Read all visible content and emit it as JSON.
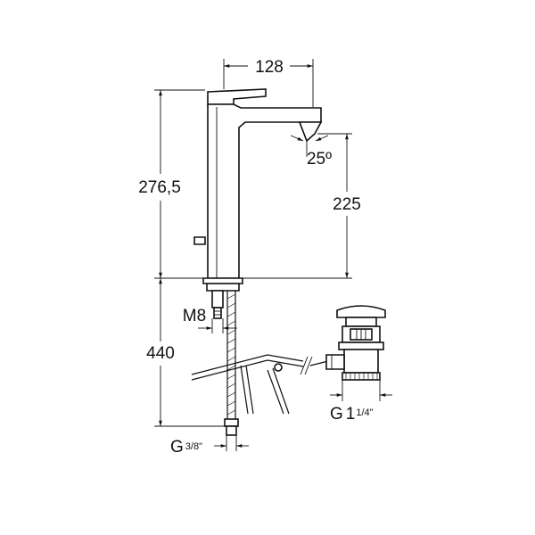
{
  "dimensions": {
    "spout_reach": "128",
    "spout_angle": "25º",
    "total_height": "276,5",
    "spout_height": "225",
    "thread_m": "M8",
    "hose_length": "440",
    "inlet_thread_prefix": "G",
    "inlet_thread_fraction": "3/8\"",
    "waste_thread_prefix": "G",
    "waste_thread_whole": "1",
    "waste_thread_fraction": "1/4\""
  }
}
